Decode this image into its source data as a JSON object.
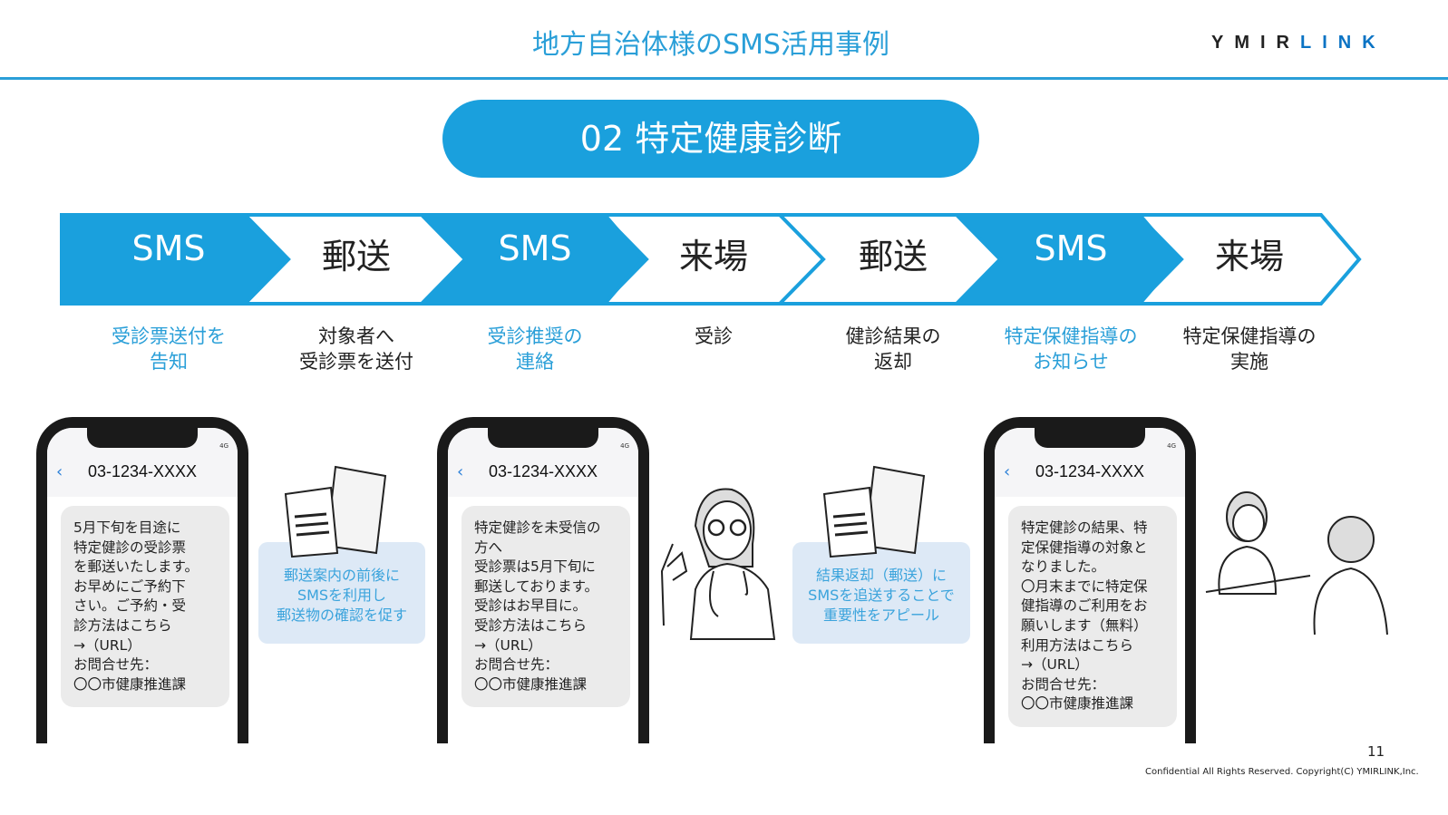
{
  "header": {
    "title": "地方自治体様のSMS活用事例",
    "logo_dark": "YMIR",
    "logo_blue": "LINK"
  },
  "section_title": "02 特定健康診断",
  "flow": [
    {
      "label": "SMS",
      "desc": "受診票送付を\n告知",
      "type": "sms"
    },
    {
      "label": "郵送",
      "desc": "対象者へ\n受診票を送付",
      "type": "other"
    },
    {
      "label": "SMS",
      "desc": "受診推奨の\n連絡",
      "type": "sms"
    },
    {
      "label": "来場",
      "desc": "受診",
      "type": "other"
    },
    {
      "label": "郵送",
      "desc": "健診結果の\n返却",
      "type": "other"
    },
    {
      "label": "SMS",
      "desc": "特定保健指導の\nお知らせ",
      "type": "sms"
    },
    {
      "label": "来場",
      "desc": "特定保健指導の\n実施",
      "type": "other"
    }
  ],
  "phones": [
    {
      "number": "03-1234-XXXX",
      "status": "4G",
      "message": "5月下旬を目途に\n特定健診の受診票\nを郵送いたします。\nお早めにご予約下\nさい。ご予約・受\n診方法はこちら\n→（URL）\nお問合せ先：\n〇〇市健康推進課"
    },
    {
      "number": "03-1234-XXXX",
      "status": "4G",
      "message": "特定健診を未受信の\n方へ\n受診票は5月下旬に\n郵送しております。\n受診はお早目に。\n受診方法はこちら\n→（URL）\nお問合せ先：\n〇〇市健康推進課"
    },
    {
      "number": "03-1234-XXXX",
      "status": "4G",
      "message": "特定健診の結果、特\n定保健指導の対象と\nなりました。\n〇月末までに特定保\n健指導のご利用をお\n願いします（無料）\n利用方法はこちら\n→（URL）\nお問合せ先：\n〇〇市健康推進課"
    }
  ],
  "notes": [
    "郵送案内の前後に\nSMSを利用し\n郵送物の確認を促す",
    "結果返却（郵送）に\nSMSを追送することで\n重要性をアピール"
  ],
  "footer": {
    "page": "11",
    "copyright": "Confidential All Rights Reserved. Copyright(C) YMIRLINK,Inc."
  },
  "colors": {
    "accent": "#1aa0dd"
  }
}
